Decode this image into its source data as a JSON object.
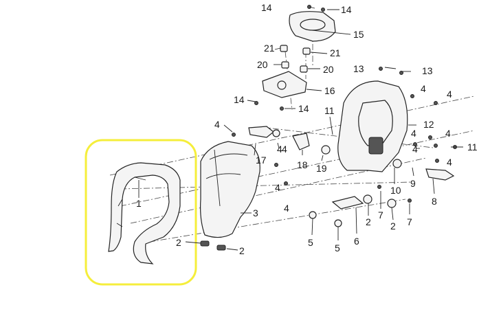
{
  "highlight": {
    "color": "#f5ee3b"
  },
  "callouts": {
    "l1": "1",
    "l2a": "2",
    "l2b": "2",
    "l2c": "2",
    "l2d": "2",
    "l3": "3",
    "l4a": "4",
    "l4b": "4",
    "l4c": "4",
    "l4d": "4",
    "l4e": "4",
    "l4f": "4",
    "l4g": "4",
    "l4h": "4",
    "l4i": "4",
    "l4j": "4",
    "l4k": "4",
    "l5a": "5",
    "l5b": "5",
    "l6": "6",
    "l7a": "7",
    "l7b": "7",
    "l8": "8",
    "l9": "9",
    "l10": "10",
    "l11a": "11",
    "l11b": "11",
    "l12": "12",
    "l13a": "13",
    "l13b": "13",
    "l14a": "14",
    "l14b": "14",
    "l14c": "14",
    "l14d": "14",
    "l15": "15",
    "l16": "16",
    "l17": "17",
    "l18": "18",
    "l19": "19",
    "l20a": "20",
    "l20b": "20",
    "l21a": "21",
    "l21b": "21"
  }
}
